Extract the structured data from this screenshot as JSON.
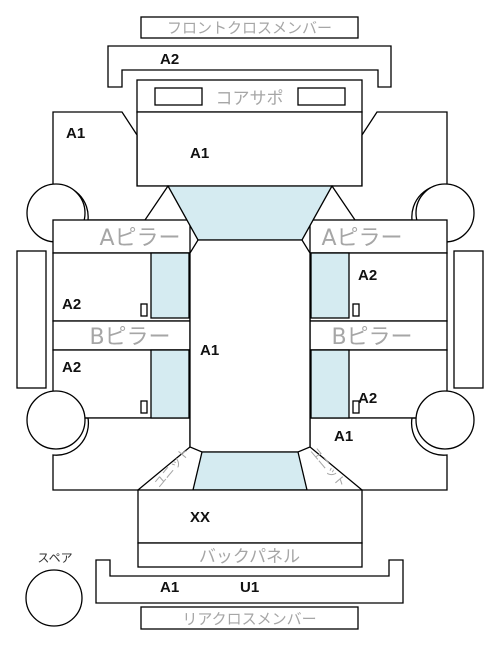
{
  "labels": {
    "front_cross_member": "フロントクロスメンバー",
    "core_support": "コアサポ",
    "a_pillar": "Aピラー",
    "b_pillar": "Bピラー",
    "back_panel": "バックパネル",
    "rear_cross_member": "リアクロスメンバー",
    "spare": "スペア",
    "a1": "A1",
    "a2": "A2",
    "u1": "U1",
    "xx": "XX",
    "unit": "ユニット"
  }
}
